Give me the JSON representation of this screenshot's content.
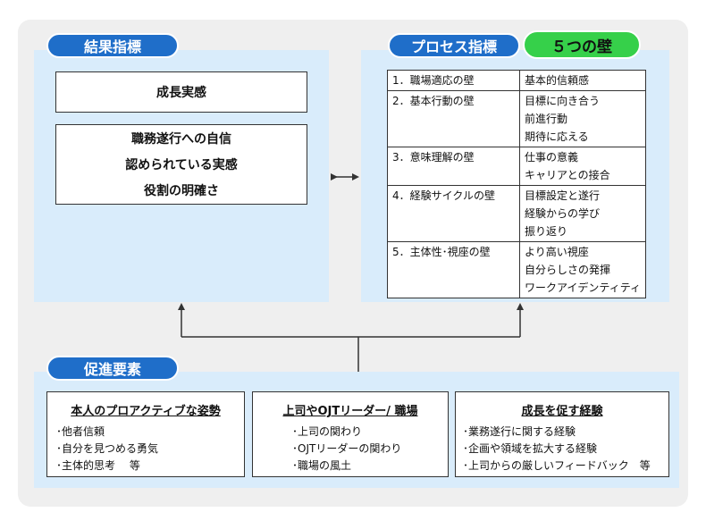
{
  "result_indicator": {
    "label": "結果指標",
    "top_item": "成長実感",
    "items": [
      "職務遂行への自信",
      "認められている実感",
      "役割の明確さ"
    ]
  },
  "process_indicator": {
    "label": "プロセス指標",
    "badge": "５つの壁",
    "walls": [
      {
        "name": "1．職場適応の壁",
        "aspects": [
          "基本的信頼感"
        ]
      },
      {
        "name": "2．基本行動の壁",
        "aspects": [
          "目標に向き合う",
          "前進行動",
          "期待に応える"
        ]
      },
      {
        "name": "3．意味理解の壁",
        "aspects": [
          "仕事の意義",
          "キャリアとの接合"
        ]
      },
      {
        "name": "4．経験サイクルの壁",
        "aspects": [
          "目標設定と遂行",
          "経験からの学び",
          "振り返り"
        ]
      },
      {
        "name": "5．主体性･視座の壁",
        "aspects": [
          "より高い視座",
          "自分らしさの発揮",
          "ワークアイデンティティ"
        ]
      }
    ]
  },
  "promoting_factors": {
    "label": "促進要素",
    "groups": [
      {
        "title": "本人のプロアクティブな姿勢",
        "items": [
          "･他者信頼",
          "･自分を見つめる勇気",
          "･主体的思考　 等"
        ]
      },
      {
        "title": "上司やOJTリーダー/ 職場",
        "items": [
          "･上司の関わり",
          "･OJTリーダーの関わり",
          "･職場の風土"
        ]
      },
      {
        "title": "成長を促す経験",
        "items": [
          "･業務遂行に関する経験",
          "･企画や領域を拡大する経験",
          "･上司からの厳しいフィードバック　等"
        ]
      }
    ]
  },
  "colors": {
    "panel": "#d9ecfb",
    "pill_blue": "#1f6ec9",
    "pill_green": "#36d04a",
    "outer": "#efefef"
  }
}
